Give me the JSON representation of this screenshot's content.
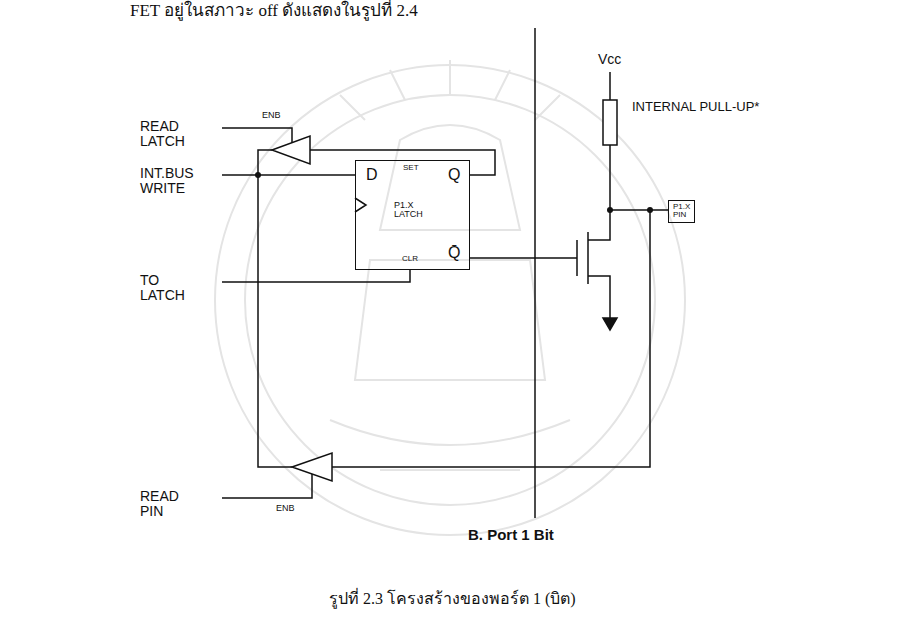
{
  "diagram": {
    "caption": "รูปที่ 2.3 โครงสร้างของพอร์ต 1 (บิต)",
    "nodes": [
      {
        "text": [
          "D",
          "SET",
          "Q",
          "P1.X LATCH",
          "CLR",
          "Q̄"
        ]
      },
      {
        "text": [
          "P1.X PIN"
        ]
      }
    ],
    "labels": [
      "FET อยู่ในสภาวะ off ดังแสดงในรูปที่ 2.4",
      "READ LATCH",
      "ENB",
      "INT.BUS WRITE",
      "TO LATCH",
      "READ PIN",
      "ENB",
      "Vcc",
      "INTERNAL PULL-UP*",
      "B. Port 1 Bit"
    ]
  }
}
